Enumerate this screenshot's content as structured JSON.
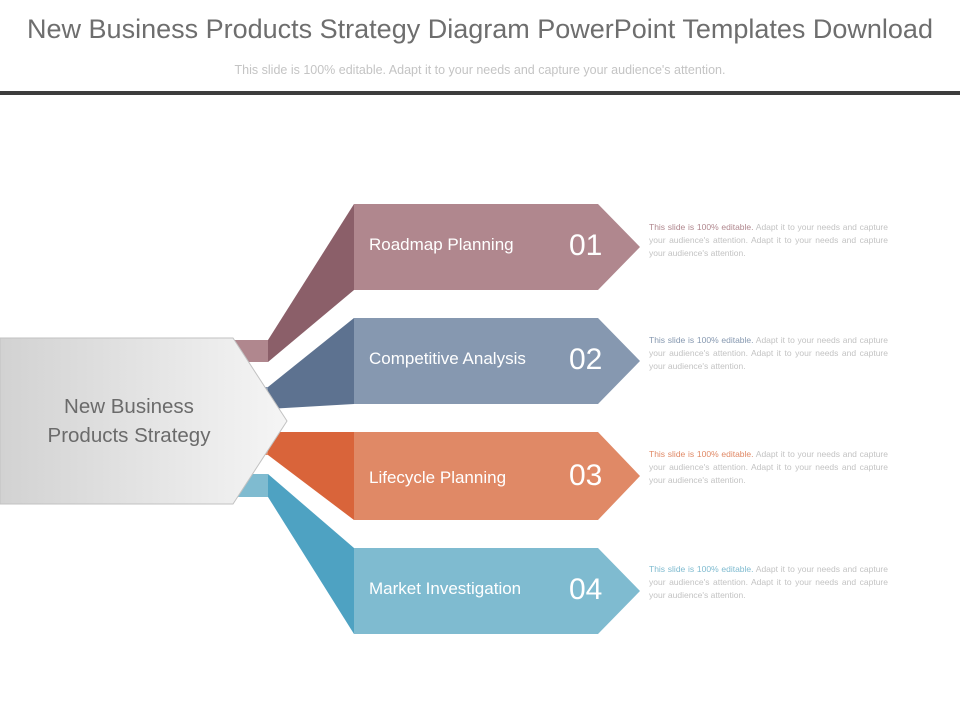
{
  "title": "New Business Products Strategy Diagram PowerPoint Templates Download",
  "subtitle": "This slide is 100% editable. Adapt it to your needs and capture your audience's attention.",
  "center": {
    "lines": [
      "New Business",
      "Products Strategy"
    ]
  },
  "items": [
    {
      "label": "Roadmap Planning",
      "number": "01",
      "desc_lead": "This slide is 100% editable.",
      "desc_rest": " Adapt it to your needs and capture your audience's attention. Adapt it to your needs and capture your audience's attention.",
      "color": "#b0878e",
      "dark": "#8b5f69",
      "lead_color": "#b0878e"
    },
    {
      "label": "Competitive Analysis",
      "number": "02",
      "desc_lead": "This slide is 100% editable.",
      "desc_rest": " Adapt it to your needs and capture your audience's attention. Adapt it to your needs and capture your audience's attention.",
      "color": "#8698b0",
      "dark": "#5d7290",
      "lead_color": "#8698b0"
    },
    {
      "label": "Lifecycle Planning",
      "number": "03",
      "desc_lead": "This slide is 100% editable.",
      "desc_rest": " Adapt it to your needs and capture your audience's attention. Adapt it to your needs and capture your audience's attention.",
      "color": "#e08966",
      "dark": "#d9643a",
      "lead_color": "#e08966"
    },
    {
      "label": "Market Investigation",
      "number": "04",
      "desc_lead": "This slide is 100% editable.",
      "desc_rest": " Adapt it to your needs and capture your audience's attention. Adapt it to your needs and capture your audience's attention.",
      "color": "#7fbbd0",
      "dark": "#4ea2c2",
      "lead_color": "#7fbbd0"
    }
  ]
}
